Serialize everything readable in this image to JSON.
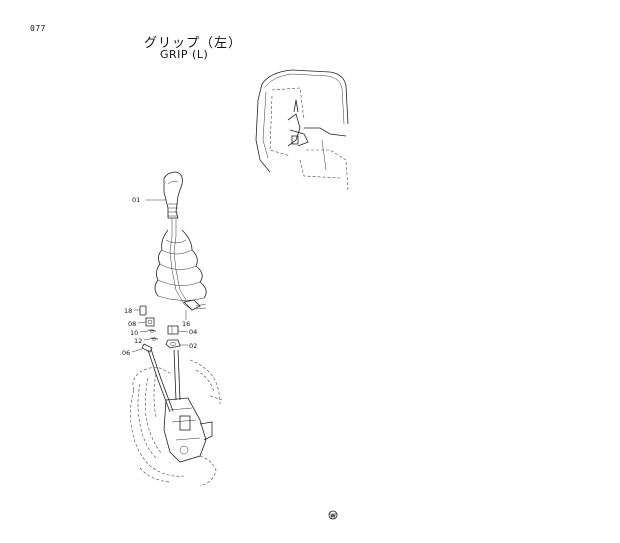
{
  "page": {
    "number": "077"
  },
  "title": {
    "japanese": "グリップ（左）",
    "english": "GRIP (L)"
  },
  "parts": [
    {
      "id": "01",
      "label": "01"
    },
    {
      "id": "16",
      "label": "16"
    },
    {
      "id": "18",
      "label": "18"
    },
    {
      "id": "08",
      "label": "08"
    },
    {
      "id": "04",
      "label": "04"
    },
    {
      "id": "10",
      "label": "10"
    },
    {
      "id": "12",
      "label": "12"
    },
    {
      "id": "02",
      "label": "02"
    },
    {
      "id": "06",
      "label": "06"
    }
  ],
  "footer_mark": "W"
}
